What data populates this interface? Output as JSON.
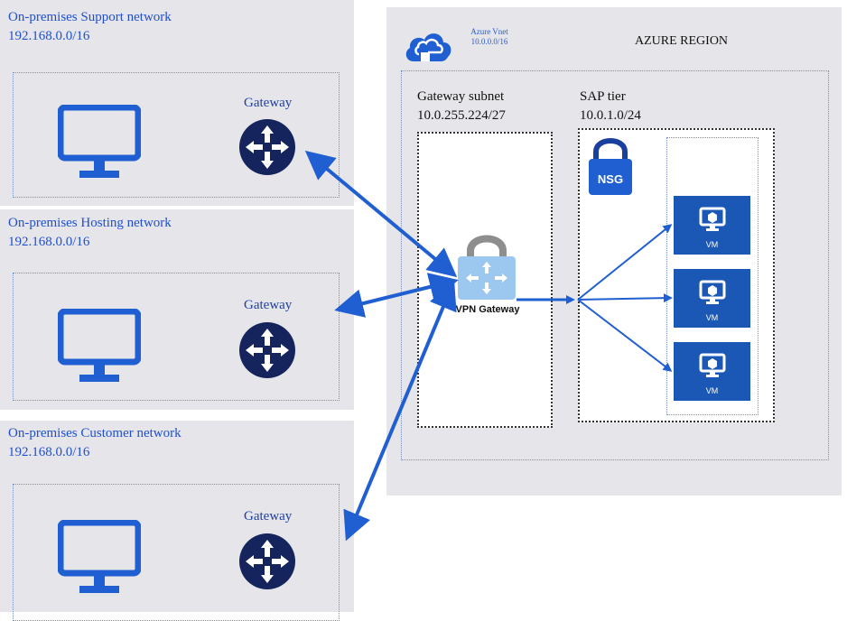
{
  "onprem": [
    {
      "title": "On-premises Support network",
      "cidr": "192.168.0.0/16",
      "gateway": "Gateway"
    },
    {
      "title": "On-premises Hosting network",
      "cidr": "192.168.0.0/16",
      "gateway": "Gateway"
    },
    {
      "title": "On-premises Customer network",
      "cidr": "192.168.0.0/16",
      "gateway": "Gateway"
    }
  ],
  "azure": {
    "vnet_name": "Azure Vnet",
    "vnet_cidr": "10.0.0.0/16",
    "region": "AZURE REGION",
    "gateway_subnet": {
      "title": "Gateway subnet",
      "cidr": "10.0.255.224/27"
    },
    "sap_tier": {
      "title": "SAP tier",
      "cidr": "10.0.1.0/24"
    },
    "nsg": "NSG",
    "vpn_gateway": "VPN Gateway",
    "vm_label": "VM"
  },
  "colors": {
    "accent": "#1f5fd1",
    "navy": "#15245c",
    "panel": "#e6e6ea",
    "vm": "#1b57b5"
  }
}
